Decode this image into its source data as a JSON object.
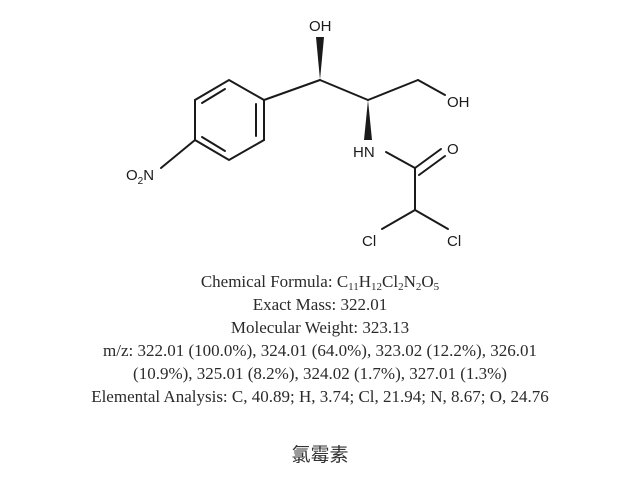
{
  "structure": {
    "atoms": {
      "oh_top": "OH",
      "oh_right": "OH",
      "nh": "HN",
      "o_carbonyl": "O",
      "cl_left": "Cl",
      "cl_right": "Cl",
      "no2_main": "O",
      "no2_sub": "2",
      "no2_n": "N"
    }
  },
  "properties": {
    "formula_label": "Chemical Formula: ",
    "formula": [
      {
        "el": "C",
        "n": "11"
      },
      {
        "el": "H",
        "n": "12"
      },
      {
        "el": "Cl",
        "n": "2"
      },
      {
        "el": "N",
        "n": "2"
      },
      {
        "el": "O",
        "n": "5"
      }
    ],
    "exact_mass": "Exact Mass: 322.01",
    "molecular_weight": "Molecular Weight: 323.13",
    "mz_line1": "m/z: 322.01 (100.0%), 324.01 (64.0%), 323.02 (12.2%), 326.01",
    "mz_line2": "(10.9%), 325.01 (8.2%), 324.02 (1.7%), 327.01 (1.3%)",
    "elemental_analysis": "Elemental Analysis: C, 40.89; H, 3.74; Cl, 21.94; N, 8.67; O, 24.76"
  },
  "caption": "氯霉素"
}
